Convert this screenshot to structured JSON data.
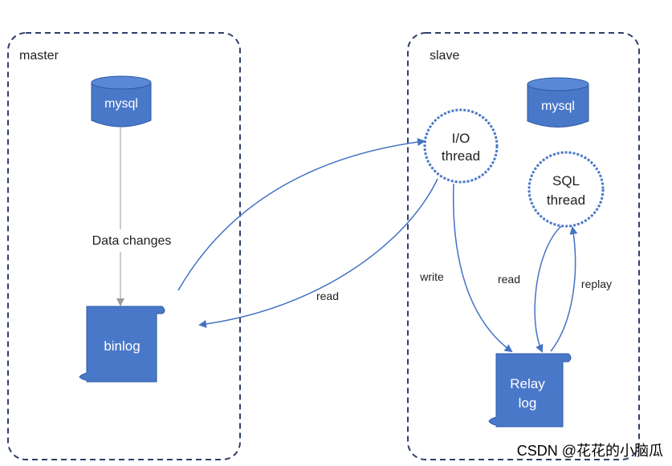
{
  "colors": {
    "box_border": "#2f3f6b",
    "shape_fill": "#4a78c9",
    "shape_stroke": "#2d5aa6",
    "arrow": "#4472c4",
    "gray_line": "#9a9a9a",
    "text_dark": "#1f1f1f",
    "white_text": "#ffffff"
  },
  "master": {
    "label": "master",
    "db_label": "mysql",
    "binlog_label": "binlog",
    "data_changes_label": "Data changes"
  },
  "slave": {
    "label": "slave",
    "db_label": "mysql",
    "io_thread_line1": "I/O",
    "io_thread_line2": "thread",
    "sql_thread_line1": "SQL",
    "sql_thread_line2": "thread",
    "relay_log_line1": "Relay",
    "relay_log_line2": "log"
  },
  "arrows": {
    "read_from_binlog": "read",
    "write": "write",
    "read_relay": "read",
    "replay": "replay"
  },
  "watermark": "CSDN @花花的小脑瓜"
}
